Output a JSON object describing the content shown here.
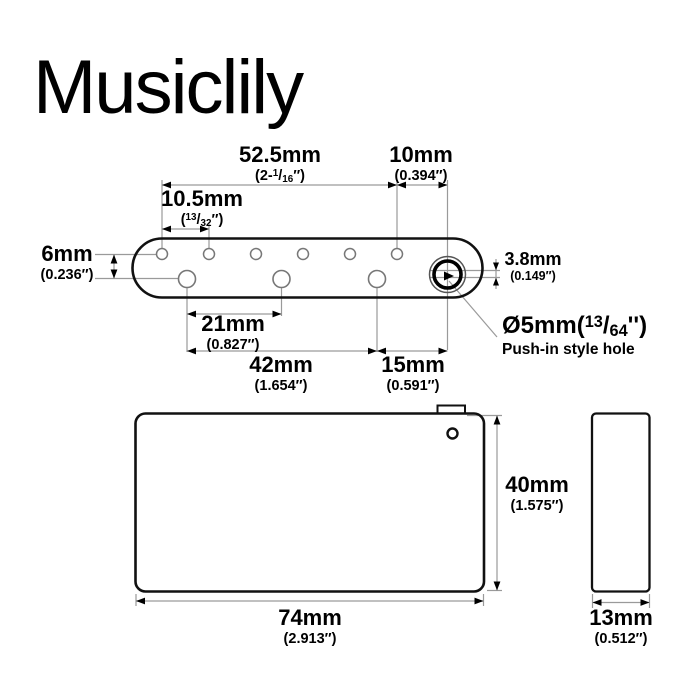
{
  "logo": "Musiclily",
  "colors": {
    "outline_black": "#111111",
    "dimension_gray": "#9a9a9a",
    "hole_gray": "#777777",
    "text_black": "#000000"
  },
  "top_view": {
    "dim_string_span": {
      "mm": "52.5mm",
      "inch_open": "(2-",
      "inch_sup": "1",
      "inch_slash": "/",
      "inch_sub": "16",
      "inch_close": "″)"
    },
    "dim_arm_offset": {
      "mm": "10mm",
      "inch": "(0.394″)"
    },
    "dim_string_spacing": {
      "mm": "10.5mm",
      "inch_open": "(",
      "inch_sup": "13",
      "inch_slash": "/",
      "inch_sub": "32",
      "inch_close": "″)"
    },
    "dim_row_offset": {
      "mm": "6mm",
      "inch": "(0.236″)"
    },
    "dim_arm_vertical": {
      "mm": "3.8mm",
      "inch": "(0.149″)"
    },
    "dim_screw_spacing": {
      "mm": "21mm",
      "inch": "(0.827″)"
    },
    "dim_screw_span": {
      "mm": "42mm",
      "inch": "(1.654″)"
    },
    "dim_screw_to_arm": {
      "mm": "15mm",
      "inch": "(0.591″)"
    },
    "arm_hole_note": {
      "open": "Ø5mm(",
      "sup": "13",
      "slash": "/",
      "sub": "64",
      "close": "'')",
      "line2": "Push-in style hole"
    },
    "string_hole_count": 6,
    "mounting_hole_count": 3
  },
  "front_view": {
    "dim_height": {
      "mm": "40mm",
      "inch": "(1.575″)"
    },
    "dim_width": {
      "mm": "74mm",
      "inch": "(2.913″)"
    }
  },
  "side_view": {
    "dim_thickness": {
      "mm": "13mm",
      "inch": "(0.512″)"
    }
  }
}
